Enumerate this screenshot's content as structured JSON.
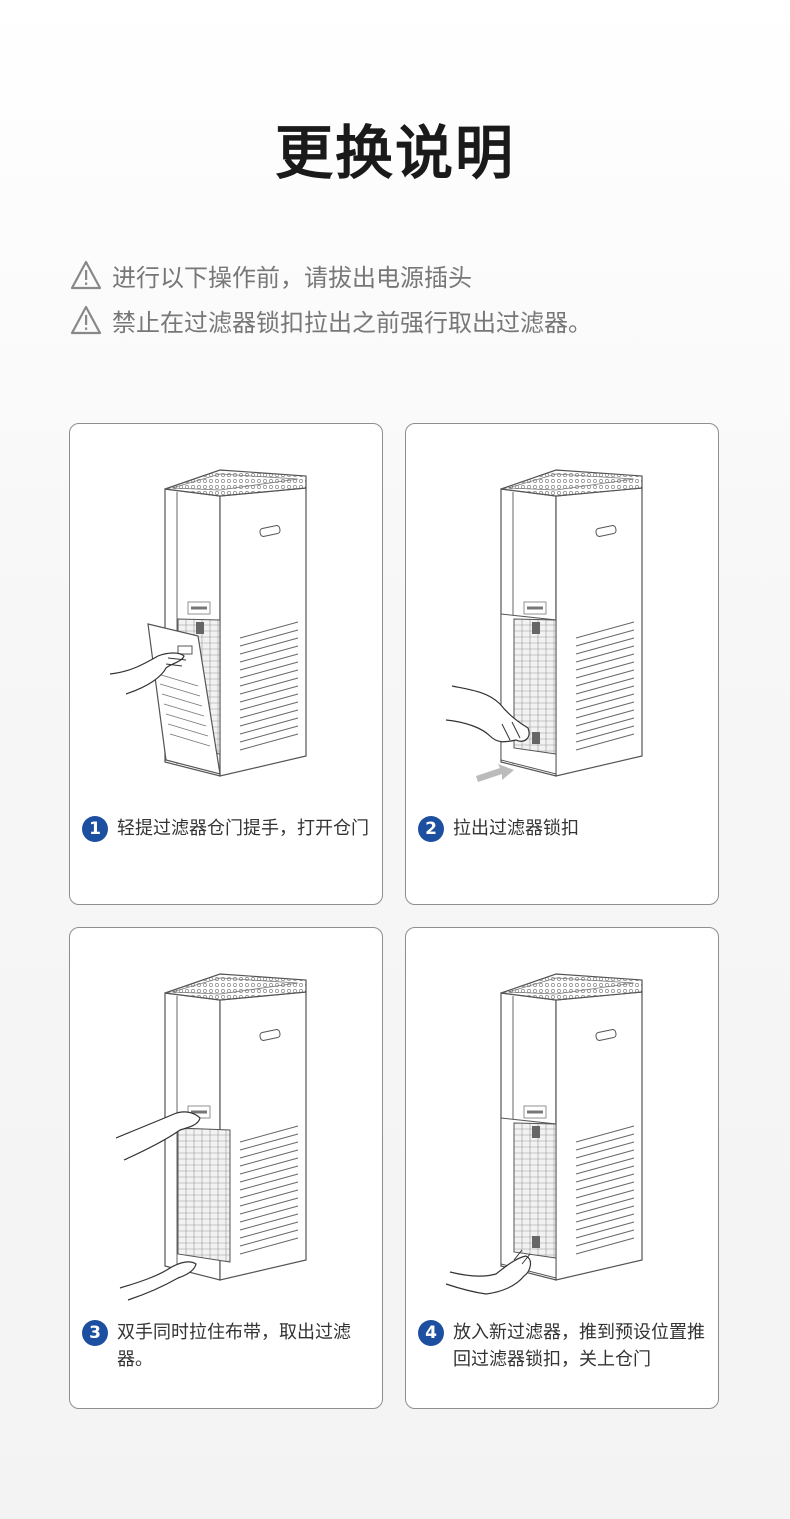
{
  "title": "更换说明",
  "warnings": [
    "进行以下操作前，请拔出电源插头",
    "禁止在过滤器锁扣拉出之前强行取出过滤器。"
  ],
  "steps": [
    {
      "number": "1",
      "text": "轻提过滤器仓门提手，打开仓门"
    },
    {
      "number": "2",
      "text": "拉出过滤器锁扣"
    },
    {
      "number": "3",
      "text": "双手同时拉住布带，取出过滤器。"
    },
    {
      "number": "4",
      "text": "放入新过滤器，推到预设位置推回过滤器锁扣，关上仓门"
    }
  ],
  "colors": {
    "step_badge": "#1d4fa0",
    "card_border": "#8e8e8e"
  }
}
